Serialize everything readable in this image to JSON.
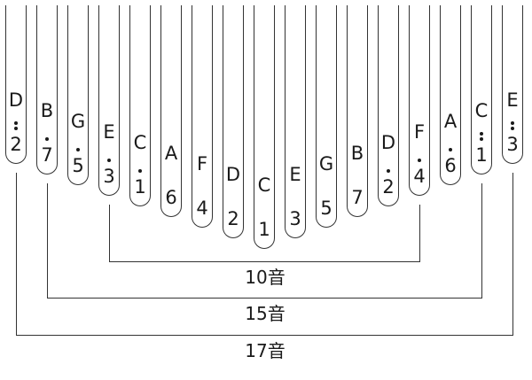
{
  "tines": [
    {
      "letter": "D",
      "number": "2",
      "dots": 2
    },
    {
      "letter": "B",
      "number": "7",
      "dots": 1
    },
    {
      "letter": "G",
      "number": "5",
      "dots": 1
    },
    {
      "letter": "E",
      "number": "3",
      "dots": 1
    },
    {
      "letter": "C",
      "number": "1",
      "dots": 1
    },
    {
      "letter": "A",
      "number": "6",
      "dots": 0
    },
    {
      "letter": "F",
      "number": "4",
      "dots": 0
    },
    {
      "letter": "D",
      "number": "2",
      "dots": 0
    },
    {
      "letter": "C",
      "number": "1",
      "dots": 0
    },
    {
      "letter": "E",
      "number": "3",
      "dots": 0
    },
    {
      "letter": "G",
      "number": "5",
      "dots": 0
    },
    {
      "letter": "B",
      "number": "7",
      "dots": 0
    },
    {
      "letter": "D",
      "number": "2",
      "dots": 1
    },
    {
      "letter": "F",
      "number": "4",
      "dots": 1
    },
    {
      "letter": "A",
      "number": "6",
      "dots": 1
    },
    {
      "letter": "C",
      "number": "1",
      "dots": 2
    },
    {
      "letter": "E",
      "number": "3",
      "dots": 2
    }
  ],
  "ranges": [
    {
      "label": "10音",
      "from": 4,
      "to": 14
    },
    {
      "label": "15音",
      "from": 2,
      "to": 16
    },
    {
      "label": "17音",
      "from": 1,
      "to": 17
    }
  ]
}
